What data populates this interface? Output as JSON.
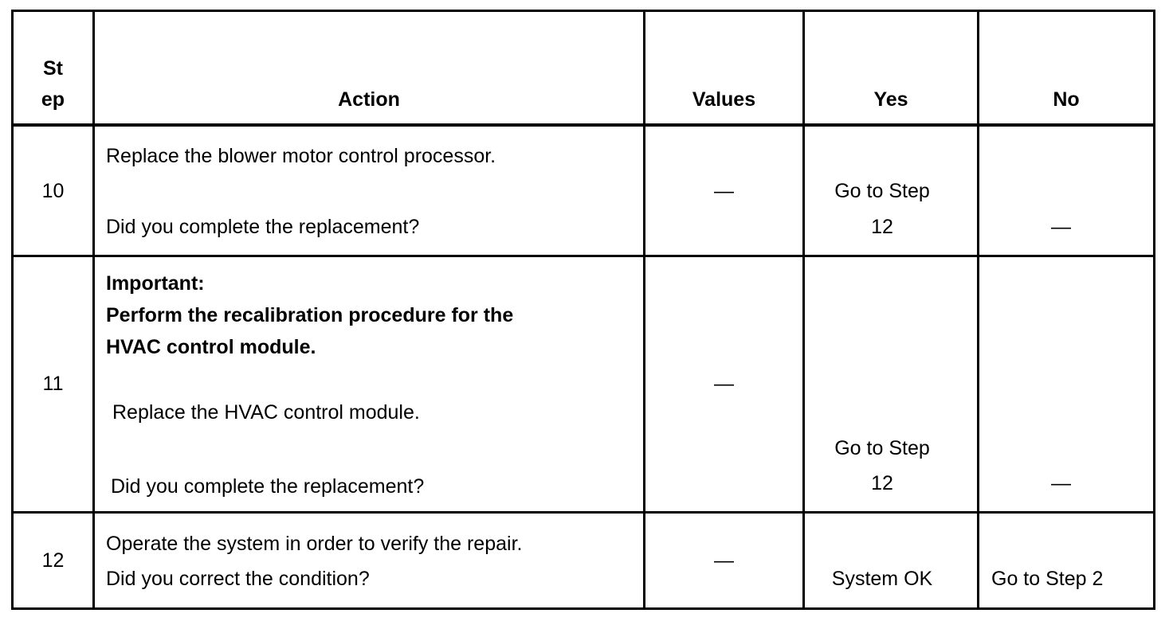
{
  "table": {
    "headers": {
      "step_line1": "St",
      "step_line2": "ep",
      "action": "Action",
      "values": "Values",
      "yes": "Yes",
      "no": "No"
    },
    "rows": [
      {
        "step": "10",
        "action_line1": "Replace the blower motor control processor.",
        "action_line2": "Did you complete the replacement?",
        "values": "—",
        "yes_line1": "Go to Step",
        "yes_line2": "12",
        "no": "—"
      },
      {
        "step": "11",
        "important_label": "Important:",
        "important_line1": "Perform the recalibration procedure for the",
        "important_line2": "HVAC control module.",
        "action_line1": "Replace the HVAC control module.",
        "action_line2": "Did you complete the replacement?",
        "values": "—",
        "yes_line1": "Go to Step",
        "yes_line2": "12",
        "no": "—"
      },
      {
        "step": "12",
        "action_line1": "Operate the system in order to verify the repair.",
        "action_line2": "Did you correct the condition?",
        "values": "—",
        "yes": "System OK",
        "no": "Go to Step 2"
      }
    ]
  }
}
